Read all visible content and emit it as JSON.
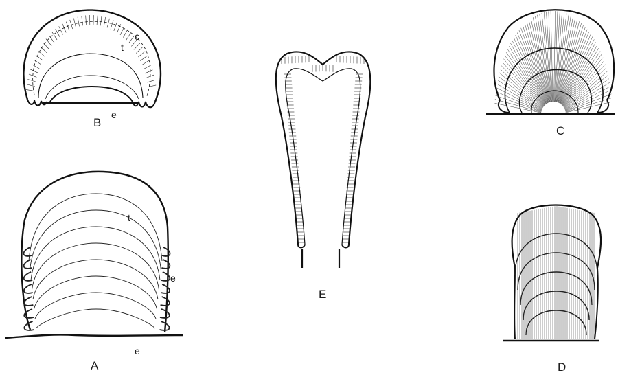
{
  "figure": {
    "panels": {
      "A": {
        "label": "A",
        "annotations": {
          "t": "t",
          "e_side": "e",
          "e_base": "e"
        }
      },
      "B": {
        "label": "B",
        "annotations": {
          "c": "c",
          "t": "t",
          "e": "e"
        }
      },
      "C": {
        "label": "C"
      },
      "D": {
        "label": "D"
      },
      "E": {
        "label": "E"
      }
    },
    "colors": {
      "ink": "#111111",
      "background": "#ffffff"
    }
  }
}
